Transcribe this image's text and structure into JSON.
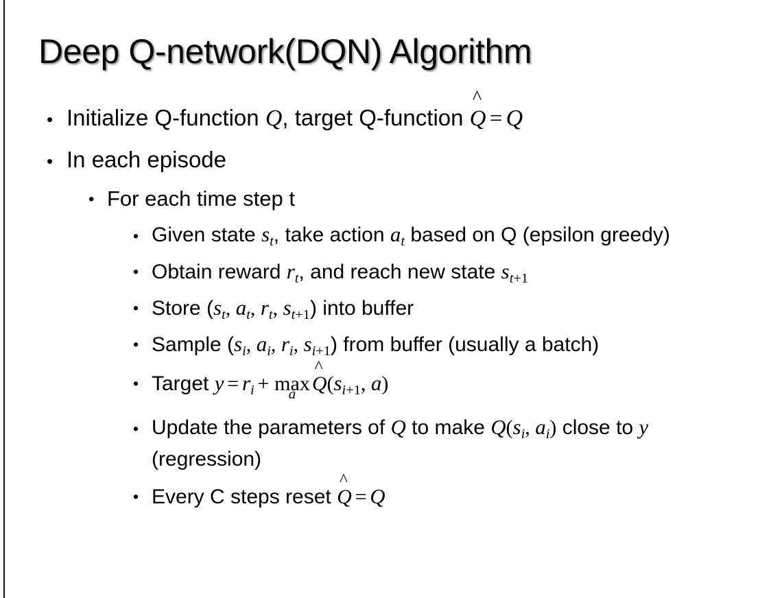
{
  "slide": {
    "title": "Deep Q-network(DQN) Algorithm",
    "background_color": "#ffffff",
    "text_color": "#000000",
    "left_rule_color": "#111111",
    "bullet_glyph": "•"
  },
  "content": {
    "level1": [
      {
        "id": "initialize",
        "text_before": "Initialize Q-function ",
        "math_q": "Q",
        "text_mid": ", target Q-function ",
        "math_qhat_base": "Q",
        "math_hat": "^",
        "math_eq": "=",
        "math_q2": "Q"
      },
      {
        "id": "in-each-episode",
        "text": "In each episode"
      }
    ],
    "level2": [
      {
        "id": "for-each-time-step",
        "text": "For each time step t"
      }
    ],
    "level3": [
      {
        "id": "given-state",
        "p1": "Given state ",
        "s": "s",
        "s_sub": "t",
        "p2": ", take action ",
        "a": "a",
        "a_sub": "t",
        "p3": " based on Q (epsilon greedy)"
      },
      {
        "id": "obtain-reward",
        "p1": "Obtain reward ",
        "r": "r",
        "r_sub": "t",
        "p2": ", and reach new state ",
        "s": "s",
        "s_sub_var": "t",
        "s_sub_plus": "+1"
      },
      {
        "id": "store-transition",
        "p1": "Store (",
        "s": "s",
        "s_sub": "t",
        "c1": ", ",
        "a": "a",
        "a_sub": "t",
        "c2": ", ",
        "r": "r",
        "r_sub": "t",
        "c3": ", ",
        "s2": "s",
        "s2_sub_var": "t",
        "s2_sub_plus": "+1",
        "p2": ") into buffer"
      },
      {
        "id": "sample-batch",
        "p1": "Sample (",
        "s": "s",
        "s_sub": "i",
        "c1": ", ",
        "a": "a",
        "a_sub": "i",
        "c2": ", ",
        "r": "r",
        "r_sub": "i",
        "c3": ", ",
        "s2": "s",
        "s2_sub_var": "i",
        "s2_sub_plus": "+1",
        "p2": ") from buffer (usually a batch)"
      },
      {
        "id": "target-y",
        "p1": "Target ",
        "y": "y",
        "eq": "=",
        "r": "r",
        "r_sub": "i",
        "plus": "+",
        "max": "max",
        "max_limit": "a",
        "qhat_base": "Q",
        "hat": "^",
        "paren_open": "(",
        "s": "s",
        "s_sub_var": "i",
        "s_sub_plus": "+1",
        "comma": ", ",
        "a": "a",
        "paren_close": ")"
      },
      {
        "id": "update-parameters",
        "p1": "Update the parameters of ",
        "q1": "Q",
        "p2": " to make ",
        "q2": "Q",
        "paren_open": "(",
        "s": "s",
        "s_sub": "i",
        "comma": ", ",
        "a": "a",
        "a_sub": "i",
        "paren_close": ")",
        "p3": " close to ",
        "y": "y",
        "p4": " (regression)"
      },
      {
        "id": "reset-target",
        "p1": "Every C steps reset ",
        "qhat_base": "Q",
        "hat": "^",
        "eq": "=",
        "q": "Q"
      }
    ]
  }
}
